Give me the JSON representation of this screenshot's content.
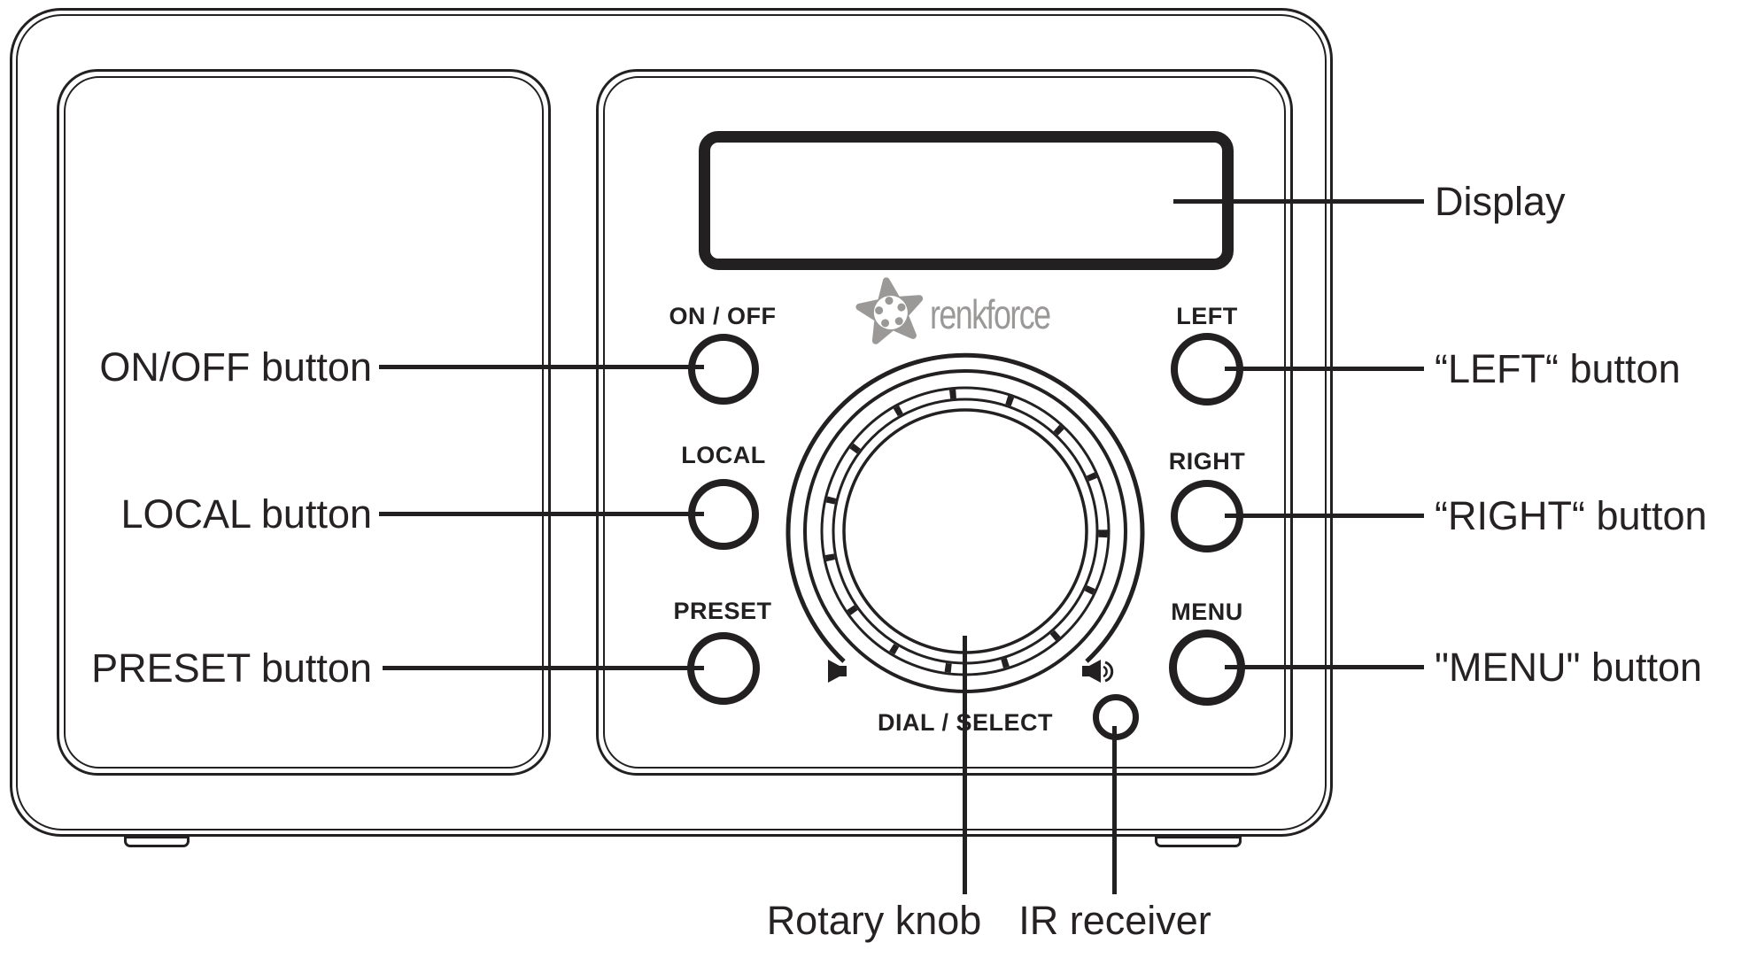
{
  "device": {
    "brand": "renkforce",
    "buttons": {
      "on_off": "ON / OFF",
      "local": "LOCAL",
      "preset": "PRESET",
      "left": "LEFT",
      "right": "RIGHT",
      "menu": "MENU",
      "dial": "DIAL / SELECT"
    }
  },
  "callouts": {
    "display": "Display",
    "on_off": "ON/OFF button",
    "local": "LOCAL button",
    "preset": "PRESET button",
    "left": "“LEFT“ button",
    "right": "“RIGHT“ button",
    "menu": "\"MENU\" button",
    "rotary": "Rotary knob",
    "ir": "IR receiver"
  },
  "colors": {
    "line": "#232021",
    "logo_gray": "#9b9998",
    "background": "#ffffff"
  }
}
